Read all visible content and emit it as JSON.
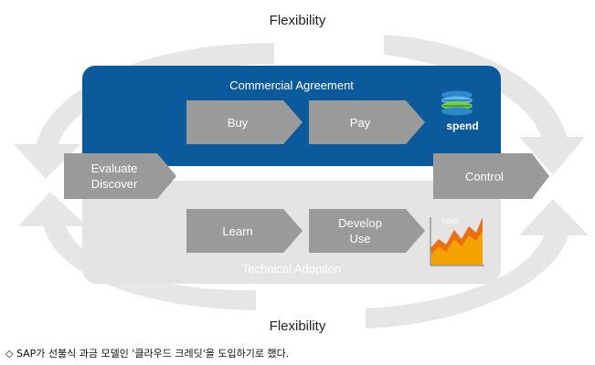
{
  "flexibility_top": "Flexibility",
  "flexibility_bottom": "Flexibility",
  "commercial_agreement": "Commercial Agreement",
  "technical_adoption": "Technical Adoption",
  "steps": {
    "evaluate_discover": [
      "Evaluate",
      "Discover"
    ],
    "buy": "Buy",
    "pay": "Pay",
    "control": "Control",
    "learn": "Learn",
    "develop_use": [
      "Develop",
      "Use"
    ]
  },
  "icons": {
    "spend": {
      "name": "coin-stack-icon",
      "label": "spend"
    },
    "use": {
      "name": "usage-chart-icon",
      "label": "use"
    }
  },
  "caption": "◇ SAP가 선불식 과금 모델인 '클라우드 크레딧'을 도입하기로 했다.",
  "colors": {
    "commercial_panel": "#0b5a9c",
    "technical_panel": "#e4e4e4",
    "chevron": "#9a9a9a",
    "cycle_arrows": "#e6e6e6",
    "use_chart": "#ef6c11"
  }
}
